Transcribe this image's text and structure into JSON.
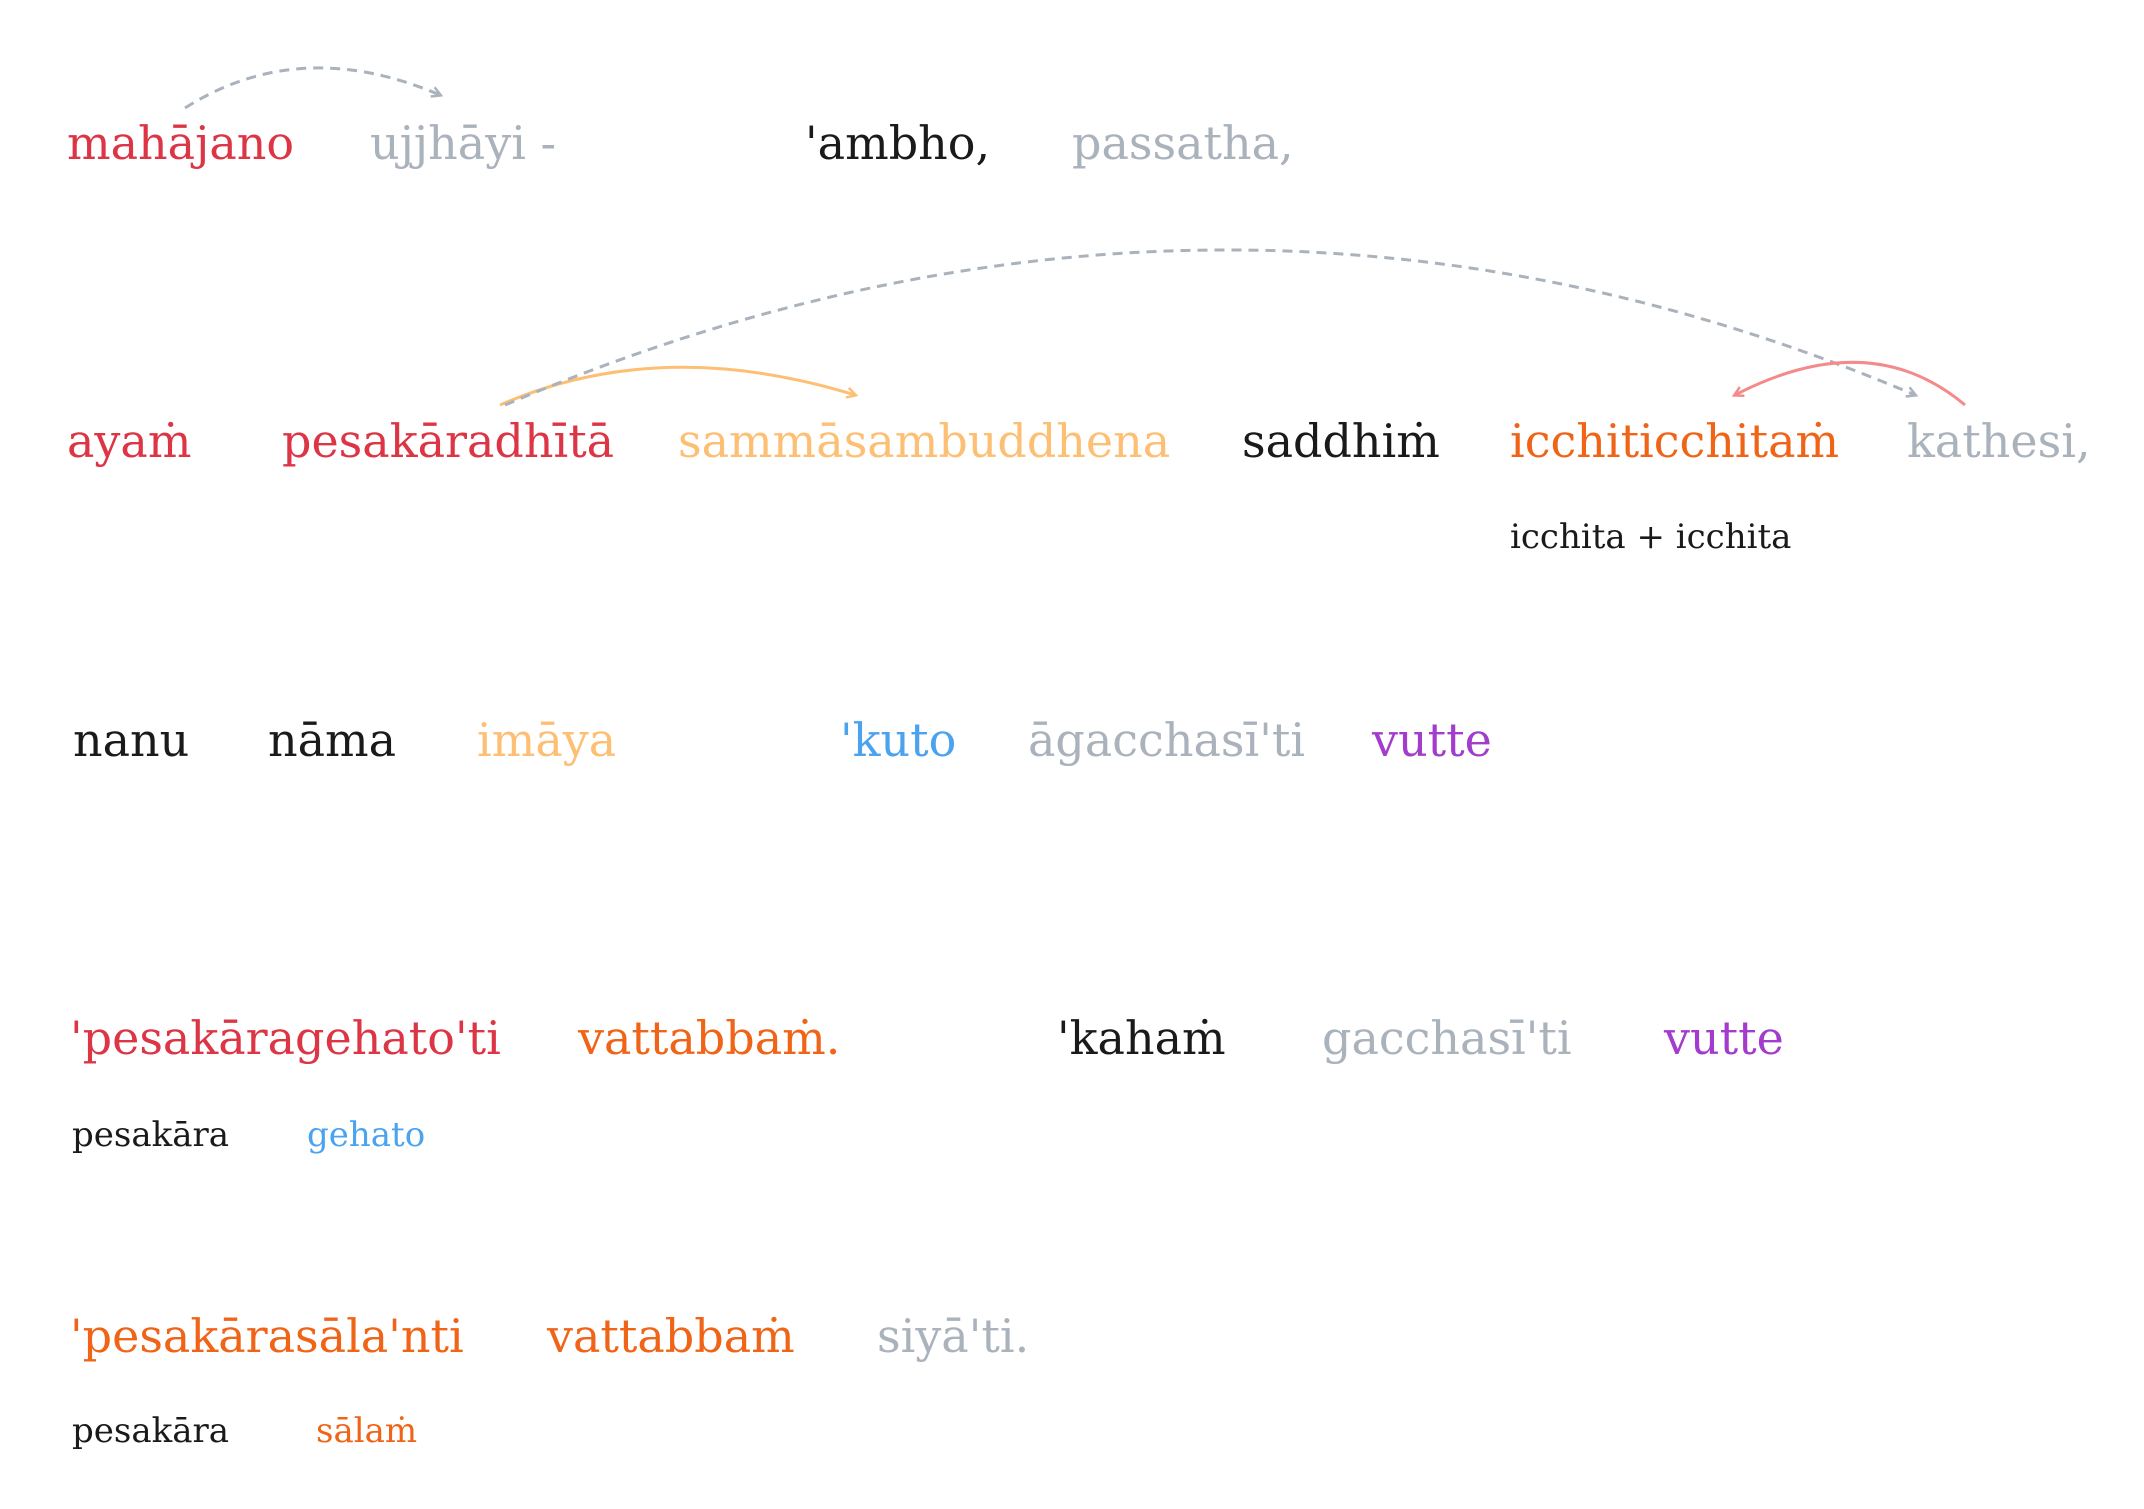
{
  "colors": {
    "red": "#dc3545",
    "orange": "#f06418",
    "light_orange": "#fdbf74",
    "black": "#1a1a1a",
    "gray": "#aab2bc",
    "blue": "#4ba3ef",
    "purple": "#a33ccd",
    "arrow_gray": "#aab2bc",
    "arrow_orange": "#fdbf74",
    "arrow_red": "#f58a8a"
  },
  "rows": [
    {
      "words": [
        {
          "text": "mahājano",
          "color": "red"
        },
        {
          "text": "ujjhāyi -",
          "color": "gray"
        },
        {
          "text": "'ambho,",
          "color": "black"
        },
        {
          "text": "passatha,",
          "color": "gray"
        }
      ]
    },
    {
      "words": [
        {
          "text": "ayaṁ",
          "color": "red"
        },
        {
          "text": "pesakāradhītā",
          "color": "red"
        },
        {
          "text": "sammāsambuddhena",
          "color": "light_orange"
        },
        {
          "text": "saddhiṁ",
          "color": "black"
        },
        {
          "text": "icchiticchitaṁ",
          "color": "orange",
          "breakdown": "icchita + icchita"
        },
        {
          "text": "kathesi,",
          "color": "gray"
        }
      ]
    },
    {
      "words": [
        {
          "text": "nanu",
          "color": "black"
        },
        {
          "text": "nāma",
          "color": "black"
        },
        {
          "text": "imāya",
          "color": "light_orange"
        },
        {
          "text": "'kuto",
          "color": "blue"
        },
        {
          "text": "āgacchasī'ti",
          "color": "gray"
        },
        {
          "text": "vutte",
          "color": "purple"
        }
      ]
    },
    {
      "words": [
        {
          "text": "'pesakāragehato'ti",
          "color": "red",
          "breakdown": [
            "pesakāra",
            "gehato"
          ]
        },
        {
          "text": "vattabbaṁ.",
          "color": "orange"
        },
        {
          "text": "'kahaṁ",
          "color": "black"
        },
        {
          "text": "gacchasī'ti",
          "color": "gray"
        },
        {
          "text": "vutte",
          "color": "purple"
        }
      ]
    },
    {
      "words": [
        {
          "text": "'pesakārasāla'nti",
          "color": "orange",
          "breakdown": [
            "pesakāra",
            "sālaṁ"
          ]
        },
        {
          "text": "vattabbaṁ",
          "color": "orange"
        },
        {
          "text": "siyā'ti.",
          "color": "gray"
        }
      ]
    }
  ],
  "arrows": [
    {
      "from": "mahājano",
      "to": "ujjhāyi -",
      "color": "arrow_gray",
      "style": "dashed"
    },
    {
      "from": "pesakāradhītā",
      "to": "sammāsambuddhena",
      "color": "arrow_orange",
      "style": "solid"
    },
    {
      "from": "pesakāradhītā",
      "to": "kathesi,",
      "color": "arrow_gray",
      "style": "dashed"
    },
    {
      "from": "kathesi,",
      "to": "icchiticchitaṁ",
      "color": "arrow_red",
      "style": "solid"
    }
  ]
}
